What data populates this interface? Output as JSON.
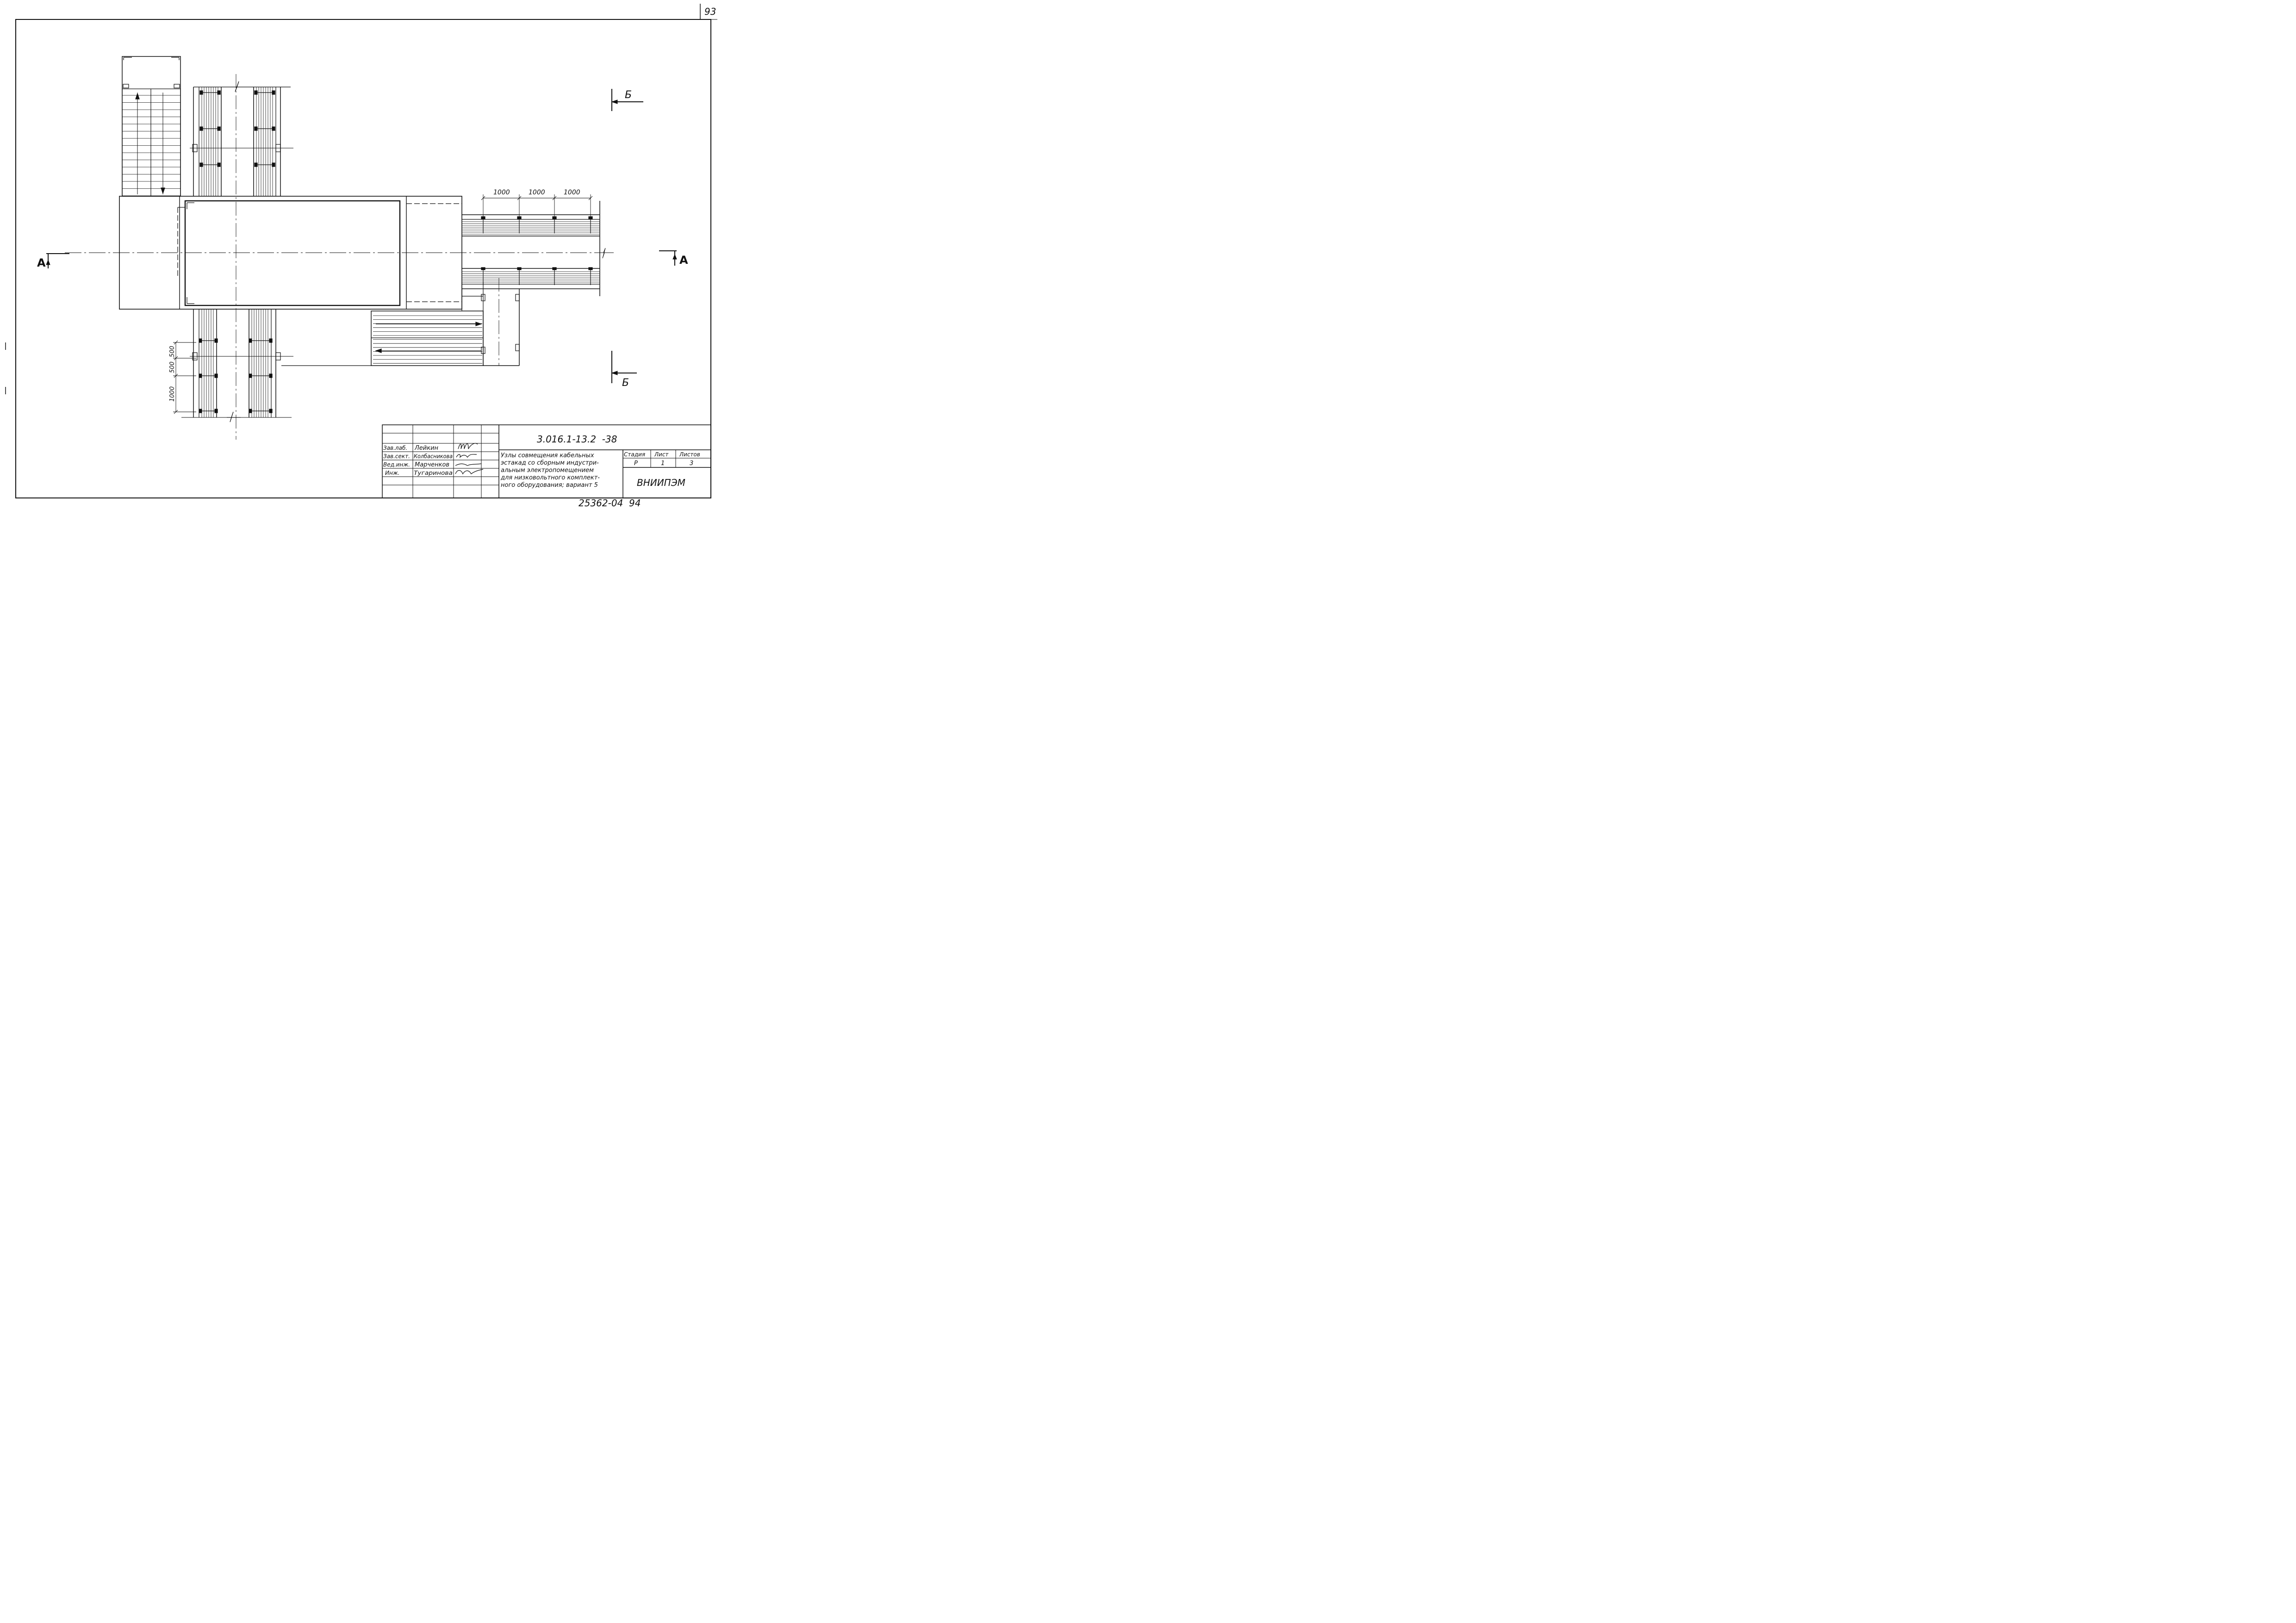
{
  "sheet_number_top": "93",
  "section_a_left": "А",
  "section_a_right": "А",
  "section_b_top": "Б",
  "section_b_bottom": "Б",
  "dims_top": [
    "1000",
    "1000",
    "1000"
  ],
  "dims_left": [
    "500",
    "500",
    "1000"
  ],
  "title_block": {
    "document_code": "3.016.1-13.2  -38",
    "roles": [
      "Зав.лаб.",
      "Зав.сект.",
      "Вед.инж.",
      "Инж."
    ],
    "names": [
      "Лейкин",
      "Колбасникова",
      "Марченков",
      "Тугаринова"
    ],
    "title_lines": [
      "Узлы совмещения кабельных",
      "эстакад со сборным индустри-",
      "альным электропомещением",
      "для низковольтного комплект-",
      "ного оборудования; вариант 5"
    ],
    "stage_label": "Стадия",
    "sheet_label": "Лист",
    "sheets_label": "Листов",
    "stage_value": "Р",
    "sheet_value": "1",
    "sheets_value": "3",
    "organization": "ВНИИПЭМ"
  },
  "archive_number": "25362-04  94"
}
